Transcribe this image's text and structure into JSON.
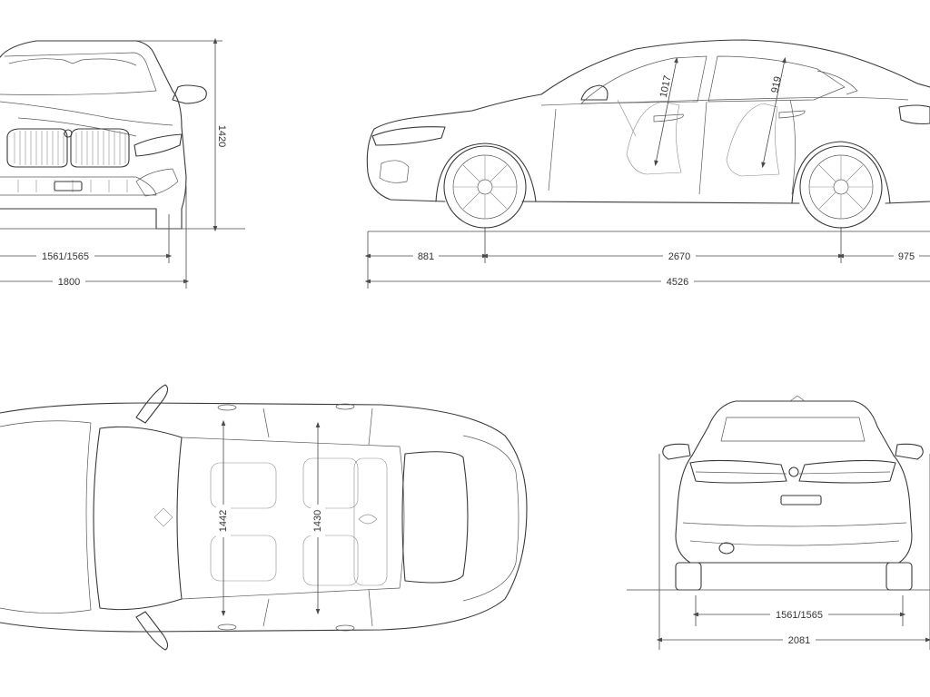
{
  "dimensions": {
    "front_track": "1561/1565",
    "front_width": "1800",
    "height": "1420",
    "front_overhang": "881",
    "wheelbase": "2670",
    "rear_overhang": "975",
    "length": "4526",
    "front_headroom": "1017",
    "rear_headroom": "919",
    "front_shoulder": "1442",
    "rear_shoulder": "1430",
    "rear_track": "1561/1565",
    "width_with_mirrors": "2081"
  },
  "colors": {
    "line": "#3a3a3a",
    "background": "#ffffff"
  }
}
